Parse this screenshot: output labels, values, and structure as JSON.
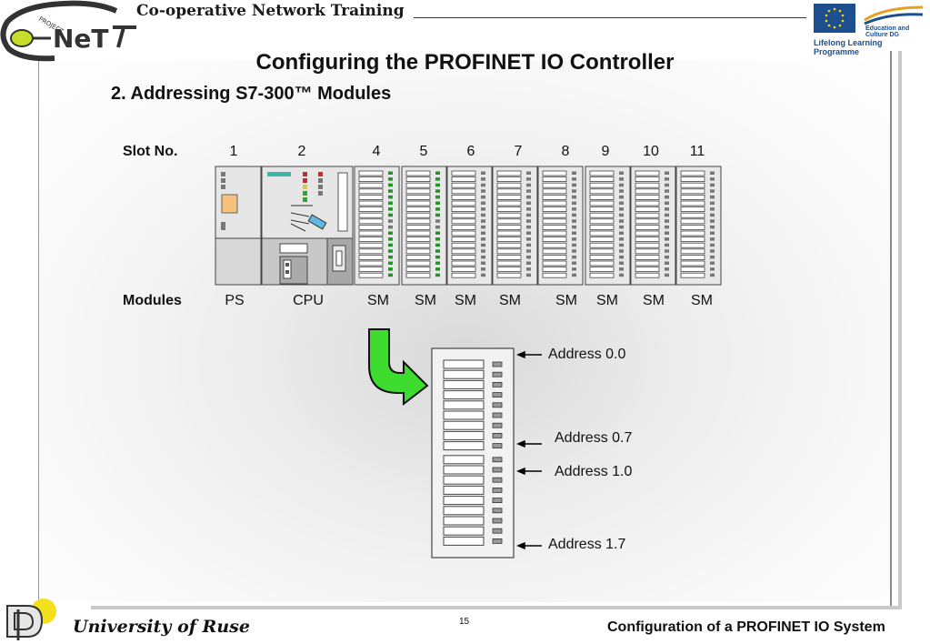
{
  "header": {
    "title": "Co-operative Network Training",
    "logo_text": "NeT",
    "logo_project": "PROJECT",
    "eu_caption": "Education and Culture DG",
    "eu_programme": "Lifelong Learning Programme"
  },
  "slide": {
    "title": "Configuring the PROFINET IO Controller",
    "subtitle": "2. Addressing S7-300™ Modules"
  },
  "rack": {
    "slot_label": "Slot No.",
    "modules_label": "Modules",
    "slots": [
      {
        "slot": "1",
        "module": "PS"
      },
      {
        "slot": "2",
        "module": "CPU"
      },
      {
        "slot": "4",
        "module": "SM"
      },
      {
        "slot": "5",
        "module": "SM"
      },
      {
        "slot": "6",
        "module": "SM"
      },
      {
        "slot": "7",
        "module": "SM"
      },
      {
        "slot": "8",
        "module": "SM"
      },
      {
        "slot": "9",
        "module": "SM"
      },
      {
        "slot": "10",
        "module": "SM"
      },
      {
        "slot": "11",
        "module": "SM"
      }
    ]
  },
  "detail": {
    "addresses": [
      "Address 0.0",
      "Address 0.7",
      "Address 1.0",
      "Address 1.7"
    ]
  },
  "footer": {
    "university": "University of  Ruse",
    "page": "15",
    "right": "Configuration of a PROFINET IO System"
  },
  "colors": {
    "accent_green": "#22cc22",
    "led_green": "#1a9a1a",
    "eu_blue": "#1d4f8f"
  }
}
